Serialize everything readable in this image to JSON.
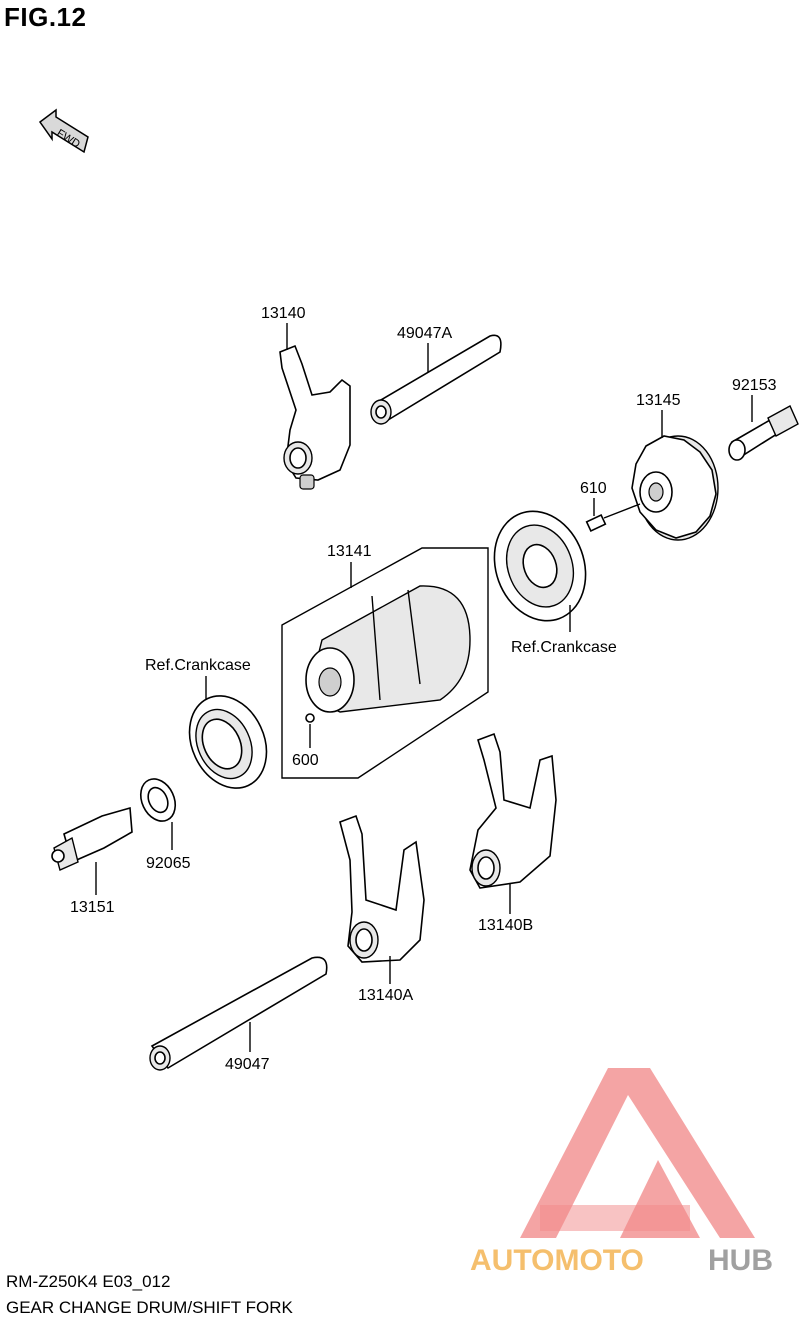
{
  "figure": {
    "title": "FIG.12",
    "fwd_arrow": "FWD"
  },
  "parts": {
    "p13140": "13140",
    "p49047A": "49047A",
    "p92153": "92153",
    "p13145": "13145",
    "p610": "610",
    "p13141": "13141",
    "ref_crankcase_right": "Ref.Crankcase",
    "ref_crankcase_left": "Ref.Crankcase",
    "p600": "600",
    "p92065": "92065",
    "p13151": "13151",
    "p13140B": "13140B",
    "p13140A": "13140A",
    "p49047": "49047"
  },
  "footer": {
    "model_code": "RM-Z250K4 E03_012",
    "section_title": "GEAR CHANGE DRUM/SHIFT FORK"
  },
  "watermark": {
    "brand_left": "AUTOMOTO",
    "brand_right": "HUB",
    "color_red": "#f08080",
    "color_orange": "#f2b04a",
    "color_gray": "#8a8a8a"
  }
}
